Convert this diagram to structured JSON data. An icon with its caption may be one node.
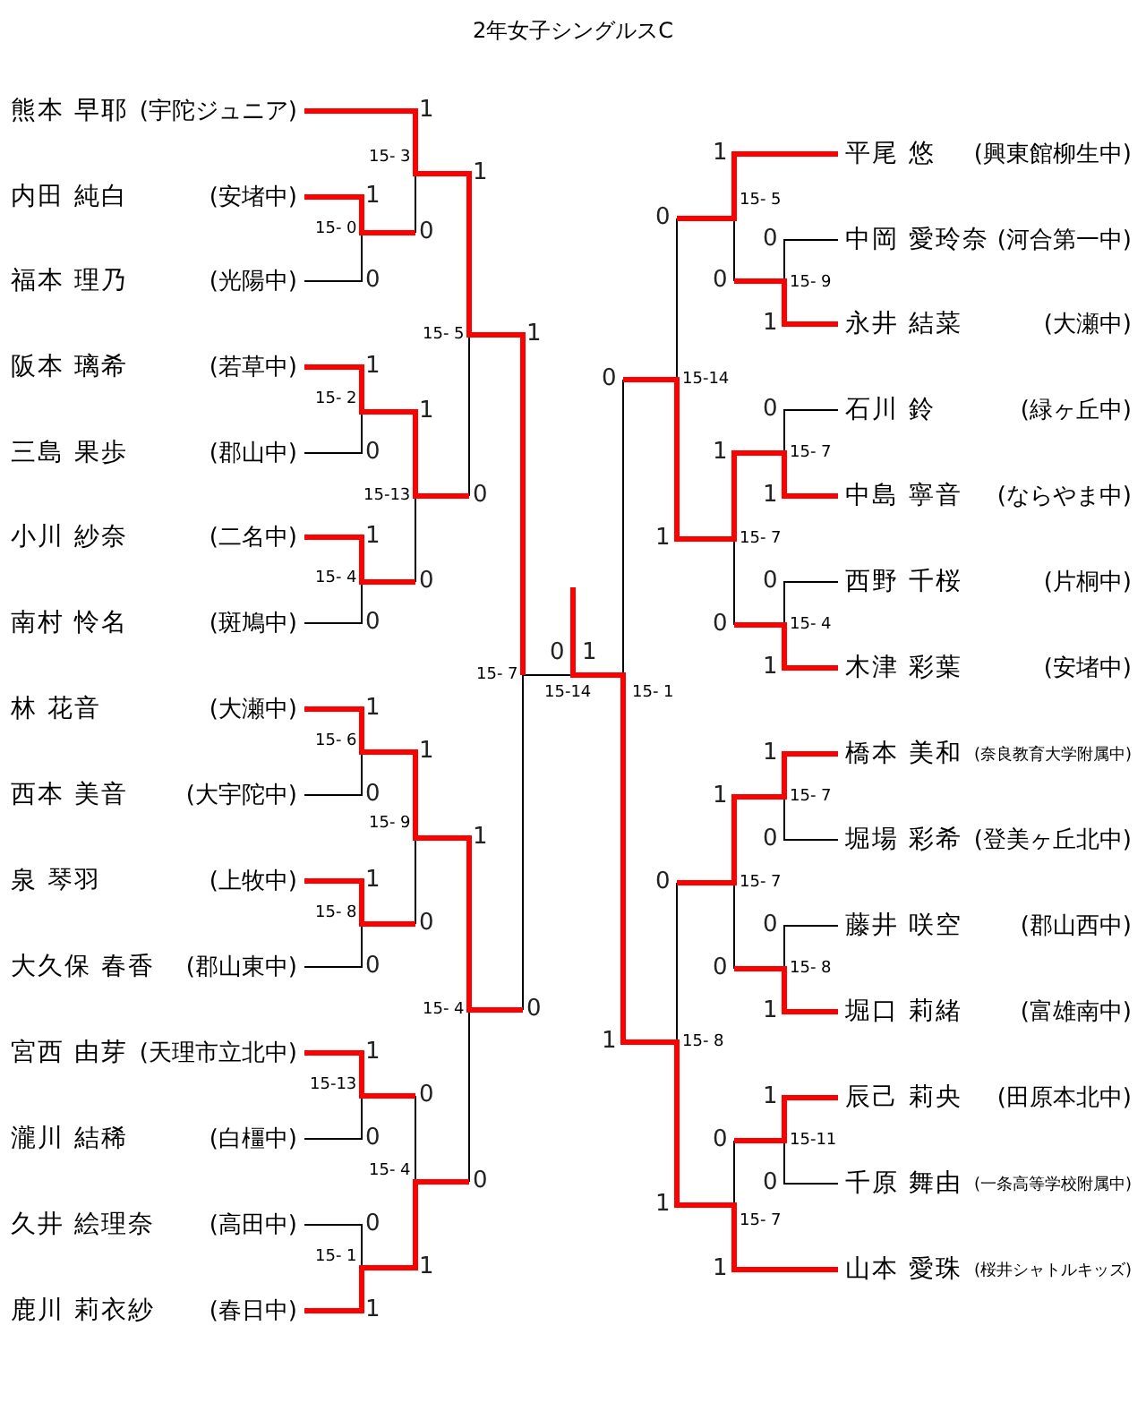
{
  "diagram": {
    "title": "2年女子シングルスC",
    "nodes": [
      {
        "text": [
          "熊本 早耶",
          "(宇陀ジュニア)"
        ]
      },
      {
        "text": [
          "内田 純白",
          "(安堵中)"
        ]
      },
      {
        "text": [
          "福本 理乃",
          "(光陽中)"
        ]
      },
      {
        "text": [
          "阪本 璃希",
          "(若草中)"
        ]
      },
      {
        "text": [
          "三島 果歩",
          "(郡山中)"
        ]
      },
      {
        "text": [
          "小川 紗奈",
          "(二名中)"
        ]
      },
      {
        "text": [
          "南村 怜名",
          "(斑鳩中)"
        ]
      },
      {
        "text": [
          "林 花音",
          "(大瀬中)"
        ]
      },
      {
        "text": [
          "西本 美音",
          "(大宇陀中)"
        ]
      },
      {
        "text": [
          "泉 琴羽",
          "(上牧中)"
        ]
      },
      {
        "text": [
          "大久保 春香",
          "(郡山東中)"
        ]
      },
      {
        "text": [
          "宮西 由芽",
          "(天理市立北中)"
        ]
      },
      {
        "text": [
          "瀧川 結稀",
          "(白橿中)"
        ]
      },
      {
        "text": [
          "久井 絵理奈",
          "(高田中)"
        ]
      },
      {
        "text": [
          "鹿川 莉衣紗",
          "(春日中)"
        ]
      },
      {
        "text": [
          "平尾 悠",
          "(興東館柳生中)"
        ]
      },
      {
        "text": [
          "中岡 愛玲奈",
          "(河合第一中)"
        ]
      },
      {
        "text": [
          "永井 結菜",
          "(大瀬中)"
        ]
      },
      {
        "text": [
          "石川 鈴",
          "(緑ヶ丘中)"
        ]
      },
      {
        "text": [
          "中島 寧音",
          "(ならやま中)"
        ]
      },
      {
        "text": [
          "西野 千桜",
          "(片桐中)"
        ]
      },
      {
        "text": [
          "木津 彩葉",
          "(安堵中)"
        ]
      },
      {
        "text": [
          "橋本 美和",
          "(奈良教育大学附属中)"
        ]
      },
      {
        "text": [
          "堀場 彩希",
          "(登美ヶ丘北中)"
        ]
      },
      {
        "text": [
          "藤井 咲空",
          "(郡山西中)"
        ]
      },
      {
        "text": [
          "堀口 莉緒",
          "(富雄南中)"
        ]
      },
      {
        "text": [
          "辰己 莉央",
          "(田原本北中)"
        ]
      },
      {
        "text": [
          "千原 舞由",
          "(一条高等学校附属中)"
        ]
      },
      {
        "text": [
          "山本 愛珠",
          "(桜井シャトルキッズ)"
        ]
      }
    ],
    "labels": [
      "1",
      "15- 3",
      "1",
      "1",
      "15- 0",
      "0",
      "0",
      "15- 5",
      "1",
      "1",
      "15- 2",
      "1",
      "0",
      "15-13",
      "0",
      "1",
      "15- 4",
      "0",
      "0",
      "0",
      "1",
      "15- 7",
      "15-14",
      "15- 1",
      "1",
      "15- 6",
      "1",
      "0",
      "15- 9",
      "1",
      "1",
      "15- 8",
      "0",
      "0",
      "15- 4",
      "0",
      "1",
      "15-13",
      "0",
      "0",
      "15- 4",
      "0",
      "0",
      "15- 1",
      "1",
      "1",
      "1",
      "0",
      "15- 5",
      "0",
      "15- 9",
      "0",
      "1",
      "0",
      "15-14",
      "0",
      "1",
      "15- 7",
      "1",
      "1",
      "15- 7",
      "0",
      "0",
      "15- 4",
      "1",
      "1",
      "1",
      "15- 7",
      "0",
      "0",
      "15- 7",
      "0",
      "0",
      "15- 8",
      "1",
      "1",
      "15- 8",
      "1",
      "0",
      "15-11",
      "0",
      "1",
      "15- 7",
      "1"
    ]
  }
}
